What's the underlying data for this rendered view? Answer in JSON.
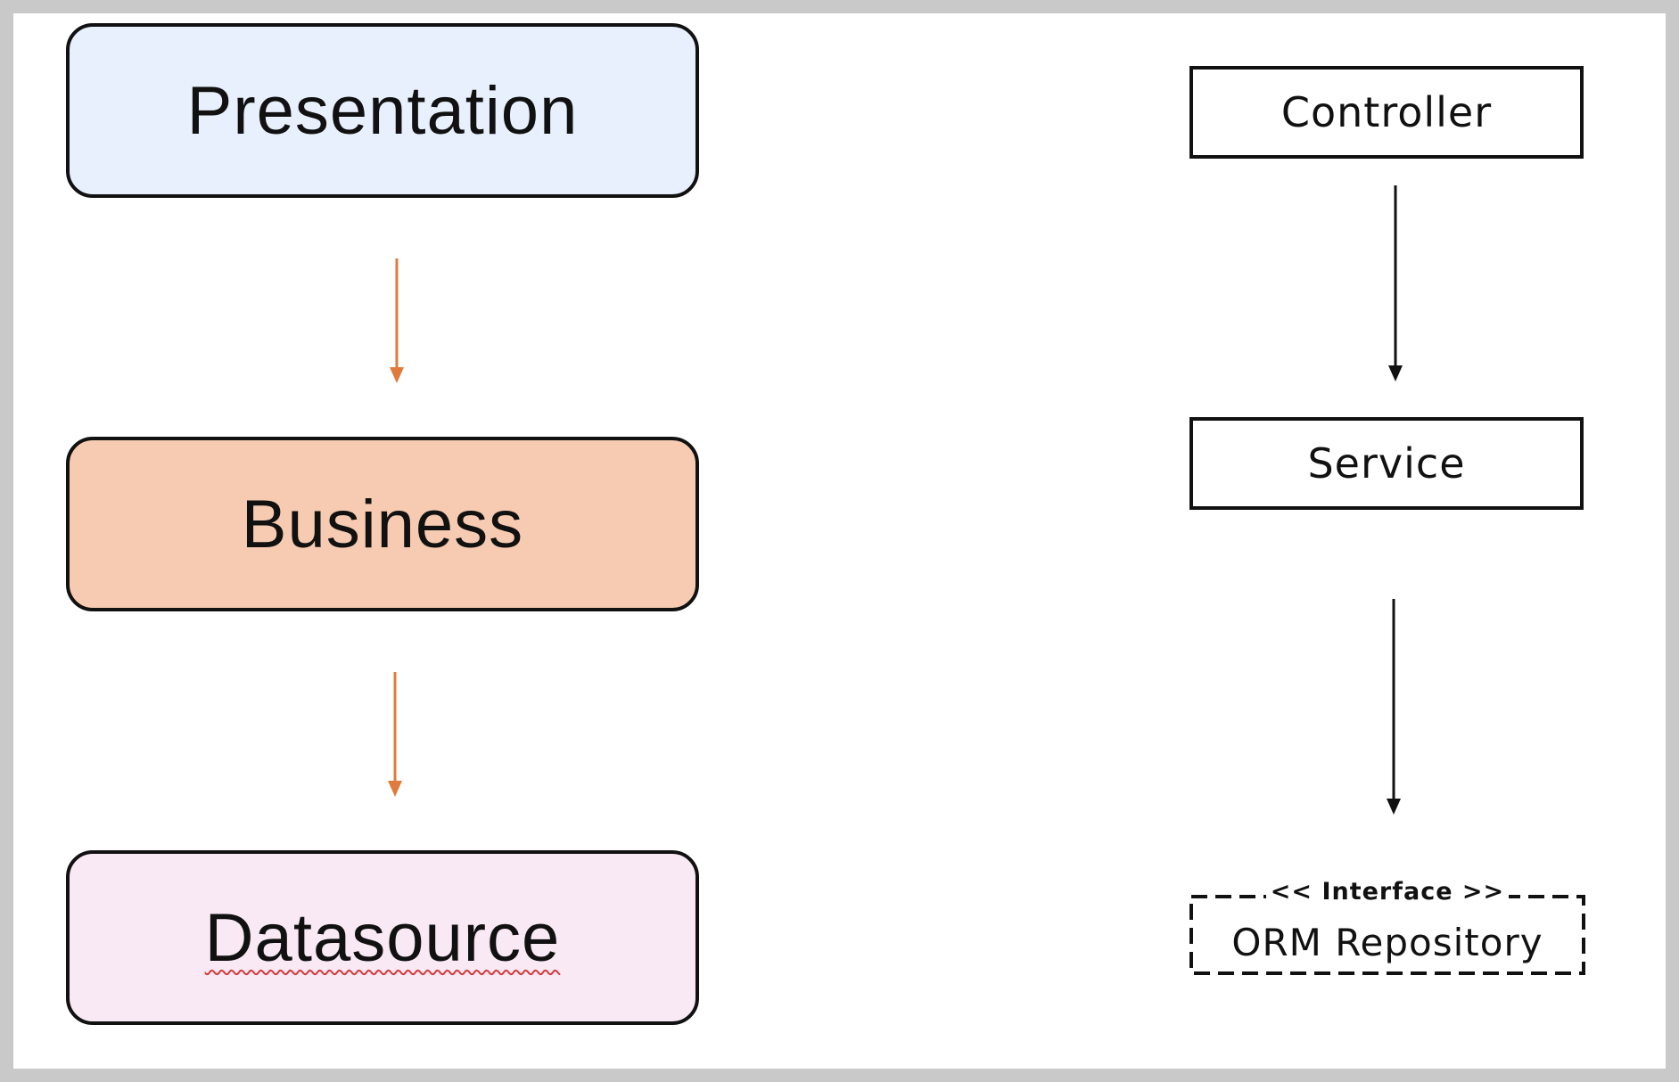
{
  "layers": {
    "presentation": {
      "label": "Presentation",
      "fill": "#e8f0fd"
    },
    "business": {
      "label": "Business",
      "fill": "#f6cbb1"
    },
    "datasource": {
      "label": "Datasource",
      "fill": "#f9e9f5"
    }
  },
  "components": {
    "controller": {
      "label": "Controller"
    },
    "service": {
      "label": "Service"
    },
    "repository": {
      "stereotype": "<< Interface >>",
      "label": "ORM Repository"
    }
  },
  "colors": {
    "layer_arrow": "#e07b3c",
    "component_arrow": "#111111",
    "border": "#111111"
  }
}
